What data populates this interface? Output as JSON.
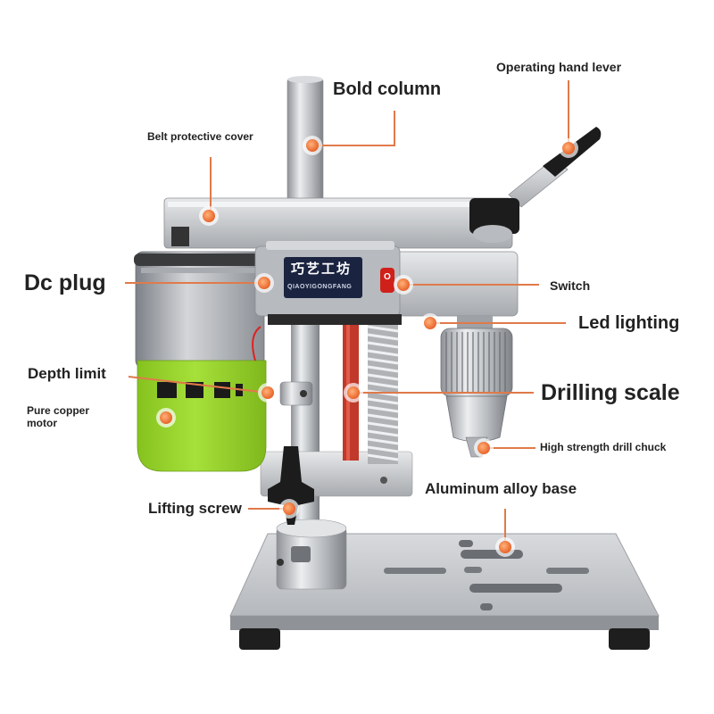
{
  "brand": {
    "name_cn": "巧艺工坊",
    "name_en": "QIAOYIGONGFANG"
  },
  "switch_mark": "O",
  "callouts": {
    "operating_lever": "Operating hand lever",
    "bold_column": "Bold column",
    "belt_cover": "Belt protective cover",
    "dc_plug": "Dc plug",
    "switch": "Switch",
    "led_lighting": "Led lighting",
    "depth_limit": "Depth limit",
    "drilling_scale": "Drilling scale",
    "copper_motor_line1": "Pure copper",
    "copper_motor_line2": "motor",
    "drill_chuck": "High strength drill chuck",
    "base": "Aluminum alloy base",
    "lifting_screw": "Lifting screw"
  },
  "colors": {
    "accent": "#e8642a",
    "leader": "#e07a4a",
    "motor_green": "#96d22e",
    "aluminum": "#c9ccd0",
    "text": "#222222"
  }
}
